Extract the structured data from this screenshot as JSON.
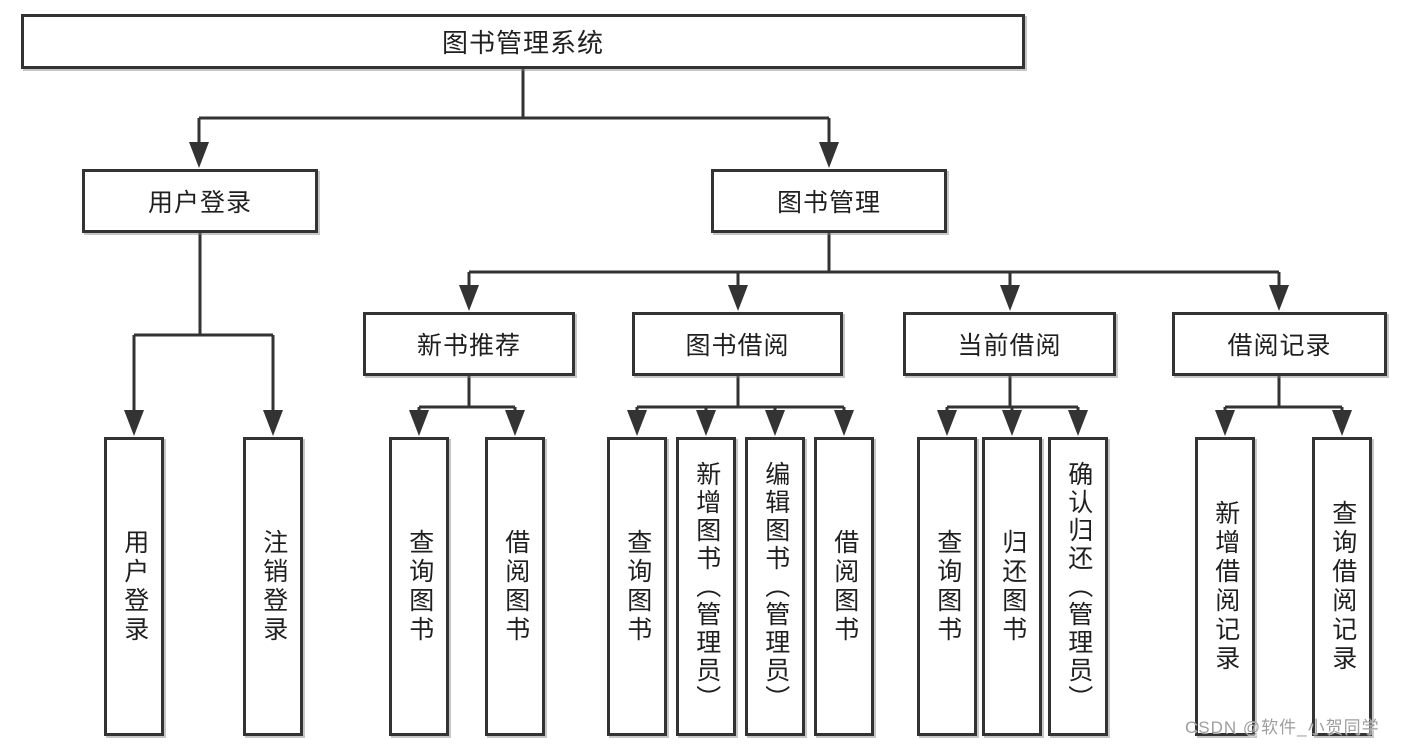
{
  "diagram": {
    "title": "图书管理系统",
    "level2": [
      {
        "label": "用户登录"
      },
      {
        "label": "图书管理"
      }
    ],
    "level3": [
      {
        "label": "新书推荐"
      },
      {
        "label": "图书借阅"
      },
      {
        "label": "当前借阅"
      },
      {
        "label": "借阅记录"
      }
    ],
    "leaves": [
      {
        "label": "用户登录"
      },
      {
        "label": "注销登录"
      },
      {
        "label": "查询图书"
      },
      {
        "label": "借阅图书"
      },
      {
        "label": "查询图书"
      },
      {
        "label": "新增图书（管理员）"
      },
      {
        "label": "编辑图书（管理员）"
      },
      {
        "label": "借阅图书"
      },
      {
        "label": "查询图书"
      },
      {
        "label": "归还图书"
      },
      {
        "label": "确认归还（管理员）"
      },
      {
        "label": "新增借阅记录"
      },
      {
        "label": "查询借阅记录"
      }
    ],
    "watermark": "CSDN @软件_小贺同学",
    "colors": {
      "line": "#333333",
      "text": "#1f1f1f",
      "watermark": "#9e9e9e",
      "background": "#ffffff"
    }
  }
}
